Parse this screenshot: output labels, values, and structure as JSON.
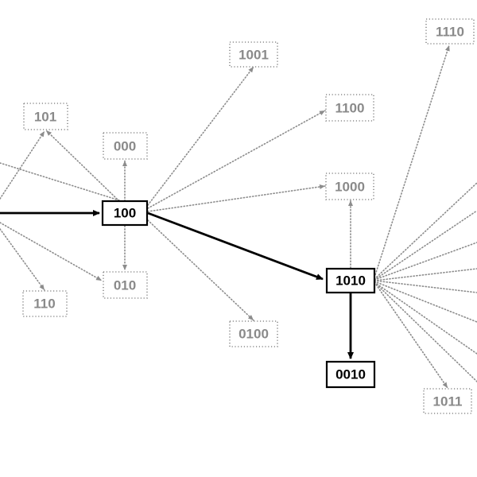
{
  "nodes": {
    "n100": "100",
    "n1010": "1010",
    "n0010": "0010",
    "n1110": "1110",
    "n1001": "1001",
    "n101": "101",
    "n000": "000",
    "n1100": "1100",
    "n1000": "1000",
    "n010": "010",
    "n110": "110",
    "n0100": "0100",
    "n1011": "1011"
  },
  "colors": {
    "explored": "#8c8c8c",
    "path": "#000000"
  }
}
